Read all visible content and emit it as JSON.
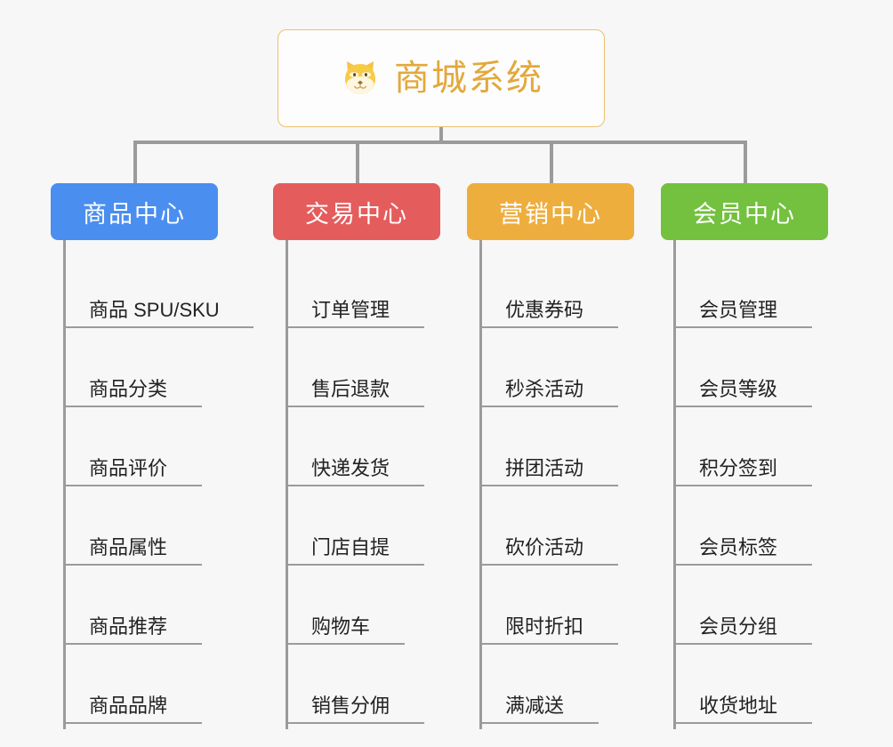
{
  "page": {
    "background_color": "#f7f7f7",
    "connector_color": "#9b9b9b",
    "leaf_text_color": "#222222"
  },
  "root": {
    "title": "商城系统",
    "icon": "shiba-inu-dog-face-icon",
    "text_color": "#e3a83c",
    "border_color": "#edc06a",
    "background_color": "#fdfdfd"
  },
  "categories": [
    {
      "label": "商品中心",
      "color": "#4a8ef0",
      "items": [
        "商品 SPU/SKU",
        "商品分类",
        "商品评价",
        "商品属性",
        "商品推荐",
        "商品品牌"
      ]
    },
    {
      "label": "交易中心",
      "color": "#e55c5c",
      "items": [
        "订单管理",
        "售后退款",
        "快递发货",
        "门店自提",
        "购物车",
        "销售分佣"
      ]
    },
    {
      "label": "营销中心",
      "color": "#eeae3e",
      "items": [
        "优惠券码",
        "秒杀活动",
        "拼团活动",
        "砍价活动",
        "限时折扣",
        "满减送"
      ]
    },
    {
      "label": "会员中心",
      "color": "#73c13e",
      "items": [
        "会员管理",
        "会员等级",
        "积分签到",
        "会员标签",
        "会员分组",
        "收货地址"
      ]
    }
  ]
}
